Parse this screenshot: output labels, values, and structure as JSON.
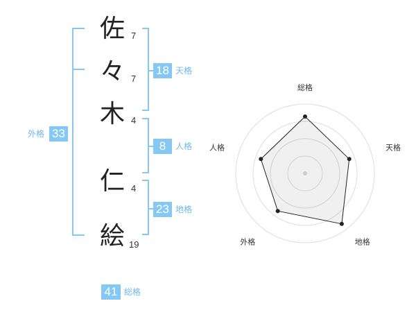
{
  "name": {
    "chars": [
      {
        "char": "佐",
        "strokes": "7"
      },
      {
        "char": "々",
        "strokes": "7"
      },
      {
        "char": "木",
        "strokes": "4"
      },
      {
        "char": "仁",
        "strokes": "4"
      },
      {
        "char": "絵",
        "strokes": "19"
      }
    ]
  },
  "fortunes": {
    "tenkaku": {
      "value": "18",
      "label": "天格"
    },
    "jinkaku": {
      "value": "8",
      "label": "人格"
    },
    "chikaku": {
      "value": "23",
      "label": "地格"
    },
    "gaikaku": {
      "value": "33",
      "label": "外格"
    },
    "soukaku": {
      "value": "41",
      "label": "総格"
    }
  },
  "colors": {
    "accent": "#86c8f5",
    "accent_text": "#6fb8ea"
  },
  "radar": {
    "axes": [
      "総格",
      "天格",
      "地格",
      "外格",
      "人格"
    ],
    "values": [
      0.82,
      0.67,
      0.9,
      0.67,
      0.67
    ],
    "max": 1,
    "rings": 4
  }
}
